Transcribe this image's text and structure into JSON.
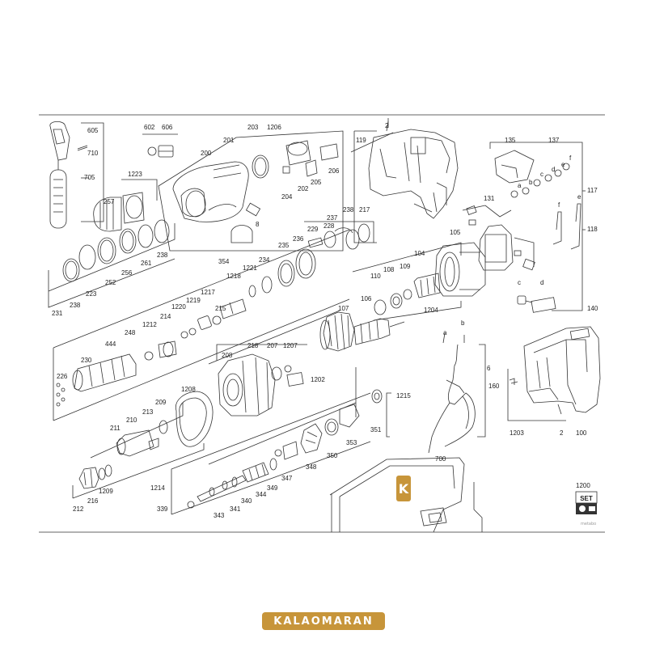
{
  "brand": {
    "logo_text": "KALAOMARAN",
    "watermark_letter": "K",
    "accent_color": "#c7953a",
    "line_color": "#333333",
    "footer_tag": "metabo"
  },
  "labels": [
    {
      "id": "605",
      "text": "605"
    },
    {
      "id": "710",
      "text": "710"
    },
    {
      "id": "705",
      "text": "705"
    },
    {
      "id": "602",
      "text": "602"
    },
    {
      "id": "606",
      "text": "606"
    },
    {
      "id": "203",
      "text": "203"
    },
    {
      "id": "1206",
      "text": "1206"
    },
    {
      "id": "201",
      "text": "201"
    },
    {
      "id": "200",
      "text": "200"
    },
    {
      "id": "206",
      "text": "206"
    },
    {
      "id": "205",
      "text": "205"
    },
    {
      "id": "202",
      "text": "202"
    },
    {
      "id": "204",
      "text": "204"
    },
    {
      "id": "8",
      "text": "8"
    },
    {
      "id": "1223",
      "text": "1223"
    },
    {
      "id": "257",
      "text": "257"
    },
    {
      "id": "354",
      "text": "354"
    },
    {
      "id": "238a",
      "text": "238"
    },
    {
      "id": "261",
      "text": "261"
    },
    {
      "id": "256",
      "text": "256"
    },
    {
      "id": "252",
      "text": "252"
    },
    {
      "id": "223",
      "text": "223"
    },
    {
      "id": "238b",
      "text": "238"
    },
    {
      "id": "231",
      "text": "231"
    },
    {
      "id": "235",
      "text": "235"
    },
    {
      "id": "234",
      "text": "234"
    },
    {
      "id": "1221",
      "text": "1221"
    },
    {
      "id": "1218",
      "text": "1218"
    },
    {
      "id": "1217",
      "text": "1217"
    },
    {
      "id": "1219",
      "text": "1219"
    },
    {
      "id": "1220",
      "text": "1220"
    },
    {
      "id": "215",
      "text": "215"
    },
    {
      "id": "214",
      "text": "214"
    },
    {
      "id": "1212",
      "text": "1212"
    },
    {
      "id": "248",
      "text": "248"
    },
    {
      "id": "444",
      "text": "444"
    },
    {
      "id": "230",
      "text": "230"
    },
    {
      "id": "226",
      "text": "226"
    },
    {
      "id": "217",
      "text": "217"
    },
    {
      "id": "238c",
      "text": "238"
    },
    {
      "id": "237",
      "text": "237"
    },
    {
      "id": "228",
      "text": "228"
    },
    {
      "id": "229",
      "text": "229"
    },
    {
      "id": "236",
      "text": "236"
    },
    {
      "id": "2a",
      "text": "2"
    },
    {
      "id": "119",
      "text": "119"
    },
    {
      "id": "135",
      "text": "135"
    },
    {
      "id": "137",
      "text": "137"
    },
    {
      "id": "117",
      "text": "117"
    },
    {
      "id": "118",
      "text": "118"
    },
    {
      "id": "131",
      "text": "131"
    },
    {
      "id": "105",
      "text": "105"
    },
    {
      "id": "104",
      "text": "104"
    },
    {
      "id": "109",
      "text": "109"
    },
    {
      "id": "108",
      "text": "108"
    },
    {
      "id": "110",
      "text": "110"
    },
    {
      "id": "1204",
      "text": "1204"
    },
    {
      "id": "106",
      "text": "106"
    },
    {
      "id": "107",
      "text": "107"
    },
    {
      "id": "140",
      "text": "140"
    },
    {
      "id": "218",
      "text": "218"
    },
    {
      "id": "207",
      "text": "207"
    },
    {
      "id": "1207",
      "text": "1207"
    },
    {
      "id": "208",
      "text": "208"
    },
    {
      "id": "1202",
      "text": "1202"
    },
    {
      "id": "1208",
      "text": "1208"
    },
    {
      "id": "209",
      "text": "209"
    },
    {
      "id": "213",
      "text": "213"
    },
    {
      "id": "210",
      "text": "210"
    },
    {
      "id": "211",
      "text": "211"
    },
    {
      "id": "1215",
      "text": "1215"
    },
    {
      "id": "351",
      "text": "351"
    },
    {
      "id": "353",
      "text": "353"
    },
    {
      "id": "350",
      "text": "350"
    },
    {
      "id": "348",
      "text": "348"
    },
    {
      "id": "347",
      "text": "347"
    },
    {
      "id": "349",
      "text": "349"
    },
    {
      "id": "344",
      "text": "344"
    },
    {
      "id": "340",
      "text": "340"
    },
    {
      "id": "341",
      "text": "341"
    },
    {
      "id": "343",
      "text": "343"
    },
    {
      "id": "339",
      "text": "339"
    },
    {
      "id": "1214",
      "text": "1214"
    },
    {
      "id": "1209",
      "text": "1209"
    },
    {
      "id": "216",
      "text": "216"
    },
    {
      "id": "212",
      "text": "212"
    },
    {
      "id": "6",
      "text": "6"
    },
    {
      "id": "160",
      "text": "160"
    },
    {
      "id": "700",
      "text": "700"
    },
    {
      "id": "1200",
      "text": "1200"
    },
    {
      "id": "1203",
      "text": "1203"
    },
    {
      "id": "2b",
      "text": "2"
    },
    {
      "id": "100",
      "text": "100"
    },
    {
      "id": "a1",
      "text": "a"
    },
    {
      "id": "b1",
      "text": "b"
    },
    {
      "id": "c1",
      "text": "c"
    },
    {
      "id": "d1",
      "text": "d"
    },
    {
      "id": "e1",
      "text": "e"
    },
    {
      "id": "f1",
      "text": "f"
    },
    {
      "id": "f2",
      "text": "f"
    },
    {
      "id": "e2",
      "text": "e"
    },
    {
      "id": "c2",
      "text": "c"
    },
    {
      "id": "d2",
      "text": "d"
    },
    {
      "id": "a2",
      "text": "a"
    },
    {
      "id": "b2",
      "text": "b"
    },
    {
      "id": "set",
      "text": "SET"
    }
  ]
}
